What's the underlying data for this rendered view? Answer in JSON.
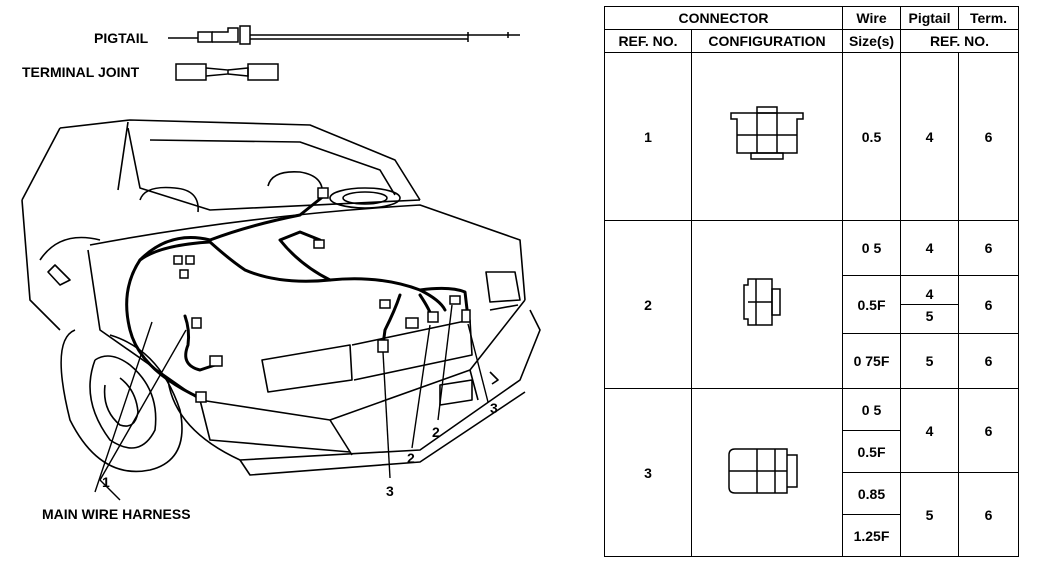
{
  "legend": {
    "pigtail": "PIGTAIL",
    "terminal_joint": "TERMINAL JOINT",
    "main_wire_harness": "MAIN WIRE HARNESS"
  },
  "callouts": [
    "1",
    "2",
    "2",
    "3",
    "3"
  ],
  "table": {
    "header1": {
      "connector": "CONNECTOR",
      "wire": "Wire",
      "pigtail": "Pigtail",
      "term": "Term."
    },
    "header2": {
      "ref_no": "REF. NO.",
      "configuration": "CONFIGURATION",
      "size": "Size(s)",
      "ref_no_span": "REF. NO."
    },
    "rows": [
      {
        "ref": "1",
        "wires": [
          {
            "size": "0.5",
            "pigtail": "4",
            "term": "6"
          }
        ]
      },
      {
        "ref": "2",
        "wires": [
          {
            "size": "0 5",
            "pigtail": "4",
            "term": "6"
          },
          {
            "size": "0.5F",
            "pigtail": [
              "4",
              "5"
            ],
            "term": "6"
          },
          {
            "size": "0 75F",
            "pigtail": "5",
            "term": "6"
          }
        ]
      },
      {
        "ref": "3",
        "wires": [
          {
            "size": "0 5"
          },
          {
            "size": "0.5F"
          },
          {
            "size": "0.85"
          },
          {
            "size": "1.25F"
          }
        ],
        "groups": [
          {
            "pigtail": "4",
            "term": "6"
          },
          {
            "pigtail": "5",
            "term": "6"
          }
        ]
      }
    ]
  }
}
